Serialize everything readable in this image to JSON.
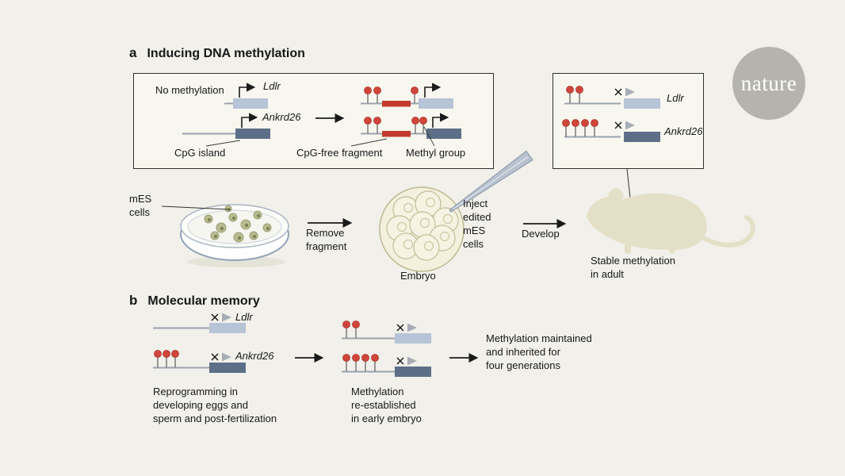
{
  "logo": {
    "text": "nature"
  },
  "panel_a": {
    "label": "a",
    "title": "Inducing DNA methylation",
    "construct_box": {
      "no_methylation": "No methylation",
      "gene_ldlr": "Ldlr",
      "gene_ankrd26": "Ankrd26",
      "cpg_island": "CpG island",
      "cpg_free_fragment": "CpG-free fragment",
      "methyl_group": "Methyl group"
    },
    "methylated_box": {
      "gene_ldlr": "Ldlr",
      "gene_ankrd26": "Ankrd26"
    },
    "mes_cells": "mES\ncells",
    "remove_fragment": "Remove\nfragment",
    "embryo": "Embryo",
    "inject": "Inject\nedited\nmES\ncells",
    "develop": "Develop",
    "stable_methylation": "Stable methylation\nin adult"
  },
  "panel_b": {
    "label": "b",
    "title": "Molecular memory",
    "gene_ldlr": "Ldlr",
    "gene_ankrd26": "Ankrd26",
    "reprogramming": "Reprogramming in\ndeveloping eggs and\nsperm and post-fertilization",
    "reestablished": "Methylation\nre-established\nin early embryo",
    "maintained": "Methylation maintained\nand inherited for\nfour generations"
  },
  "colors": {
    "background": "#f1f0ea",
    "box_fill": "#f8f7ef",
    "gene_light": "#b7c3d6",
    "gene_dark": "#5d6e87",
    "methyl_red": "#d0453a",
    "fragment_red": "#c23b2e",
    "silenced_gray": "#a7adb5",
    "mouse_beige": "#e4e0c8",
    "logo_gray": "#b5b4ac"
  }
}
